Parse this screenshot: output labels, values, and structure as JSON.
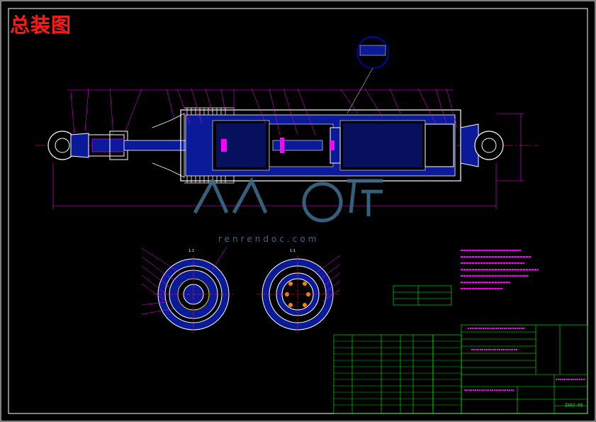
{
  "drawing": {
    "title": "总装图",
    "watermark_url": "renrendoc.com",
    "drawing_number": "ZXAJ-00",
    "section_label_left": "1:1",
    "section_label_right": "1:1"
  },
  "colors": {
    "background": "#000000",
    "border": "#ffffff",
    "outline": "#0000ff",
    "leader": "#ff00ff",
    "table": "#00ff00",
    "title": "#ff1a1a",
    "watermark": "#3b6a88"
  },
  "icons": [
    "fork-joint-icon",
    "cylinder-body-icon",
    "bellows-icon",
    "eye-joint-icon",
    "section-view-icon",
    "detail-callout-icon",
    "watermark-logo-icon"
  ]
}
